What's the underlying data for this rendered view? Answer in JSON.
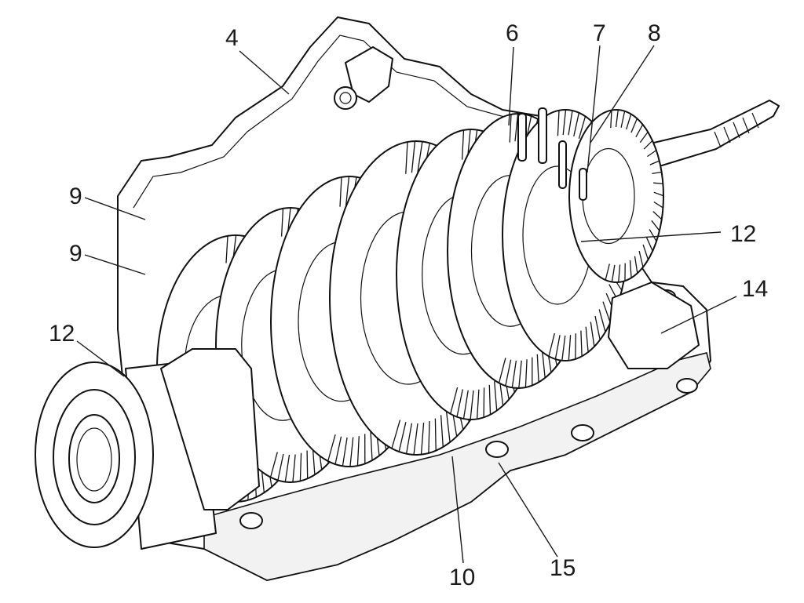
{
  "diagram": {
    "subject": "transmission-gear-cutaway",
    "stroke_color": "#111111",
    "background_color": "#ffffff"
  },
  "callouts": [
    {
      "id": "c4",
      "label": "4"
    },
    {
      "id": "c6",
      "label": "6"
    },
    {
      "id": "c7",
      "label": "7"
    },
    {
      "id": "c8",
      "label": "8"
    },
    {
      "id": "c9a",
      "label": "9"
    },
    {
      "id": "c9b",
      "label": "9"
    },
    {
      "id": "c12a",
      "label": "12"
    },
    {
      "id": "c12b",
      "label": "12"
    },
    {
      "id": "c14",
      "label": "14"
    },
    {
      "id": "c10",
      "label": "10"
    },
    {
      "id": "c15",
      "label": "15"
    }
  ]
}
